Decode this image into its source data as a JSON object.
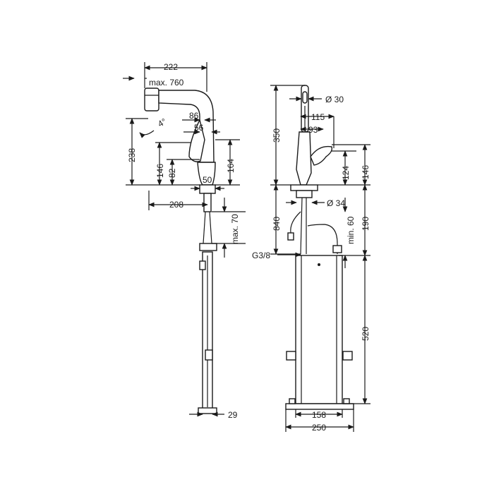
{
  "side_view": {
    "dims": {
      "top_width": "222",
      "extension": "max. 760",
      "spout_offset": "86",
      "swivel_angle": "4°",
      "lever_offset": "56",
      "height_total": "238",
      "height_lever": "146",
      "height_82": "82",
      "height_164": "164",
      "base_dia": "50",
      "depth": "208",
      "hose_max": "max. 70",
      "box_width": "29"
    }
  },
  "front_view": {
    "dims": {
      "dia_top": "Ø 30",
      "width_115": "115",
      "width_93": "93",
      "height_350": "350",
      "height_124": "124",
      "height_146": "146",
      "dia_base": "Ø 34",
      "hose_840": "840",
      "min_60": "min. 60",
      "height_190": "190",
      "thread": "G3/8",
      "height_520": "520",
      "width_158": "158",
      "width_250": "250"
    }
  }
}
